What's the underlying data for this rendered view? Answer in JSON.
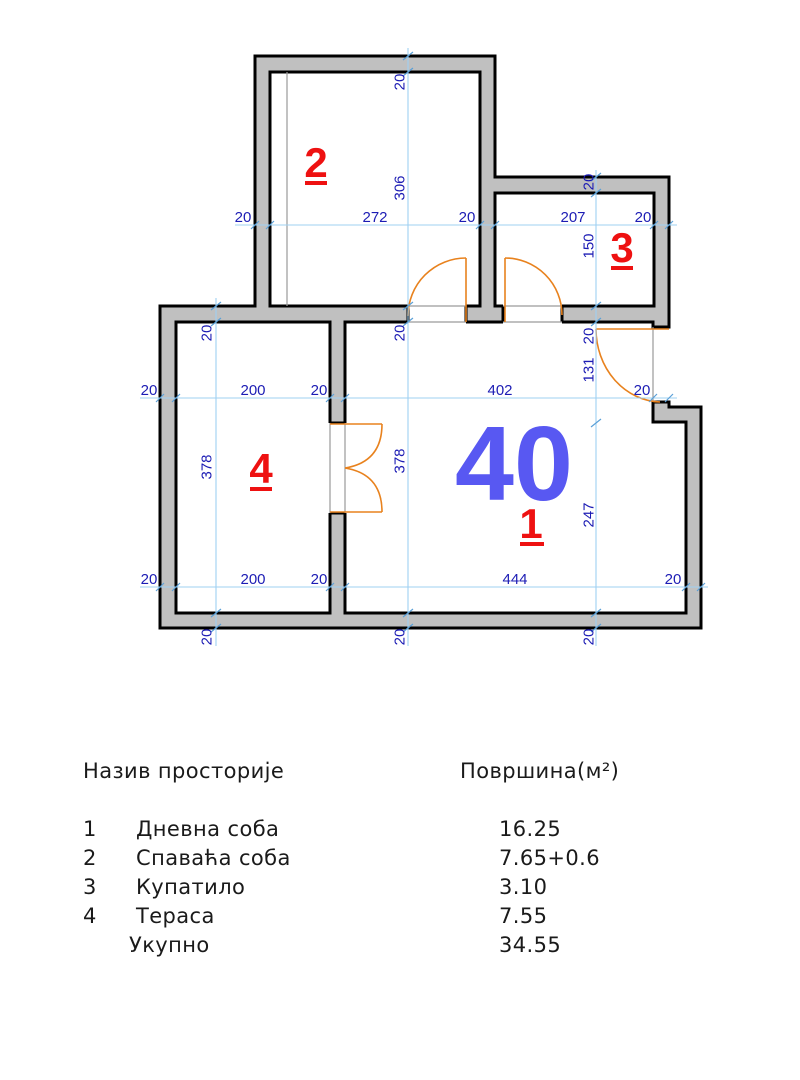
{
  "colors": {
    "wall_fill": "#c0c0c0",
    "wall_outline": "#000000",
    "door": "#e8821e",
    "dimension_line": "#9fd0f2",
    "dimension_text": "#1c1cb4",
    "room_number": "#ee1111",
    "area_label": "#5858f2"
  },
  "plan": {
    "area_label": "40",
    "rooms": [
      {
        "id": "1",
        "label": "1"
      },
      {
        "id": "2",
        "label": "2"
      },
      {
        "id": "3",
        "label": "3"
      },
      {
        "id": "4",
        "label": "4"
      }
    ],
    "dimensions": {
      "vertical_center": [
        "20",
        "306",
        "20",
        "378",
        "20"
      ],
      "vertical_right": [
        "20",
        "150",
        "20",
        "131",
        "247",
        "20"
      ],
      "vertical_left": [
        "20",
        "378",
        "20"
      ],
      "horizontal_top": [
        "20",
        "272",
        "20",
        "207",
        "20"
      ],
      "horizontal_middle": [
        "20",
        "200",
        "20",
        "402",
        "20"
      ],
      "horizontal_bottom": [
        "20",
        "200",
        "20",
        "444",
        "20"
      ]
    }
  },
  "table": {
    "headers": {
      "name": "Назив просторије",
      "area": "Површина(м²)"
    },
    "rows": [
      {
        "num": "1",
        "name": "Дневна соба",
        "area": "16.25"
      },
      {
        "num": "2",
        "name": "Спаваћа соба",
        "area": "7.65+0.6"
      },
      {
        "num": "3",
        "name": "Купатило",
        "area": "3.10"
      },
      {
        "num": "4",
        "name": "Тераса",
        "area": "7.55"
      }
    ],
    "total": {
      "label": "Укупно",
      "area": "34.55"
    }
  }
}
